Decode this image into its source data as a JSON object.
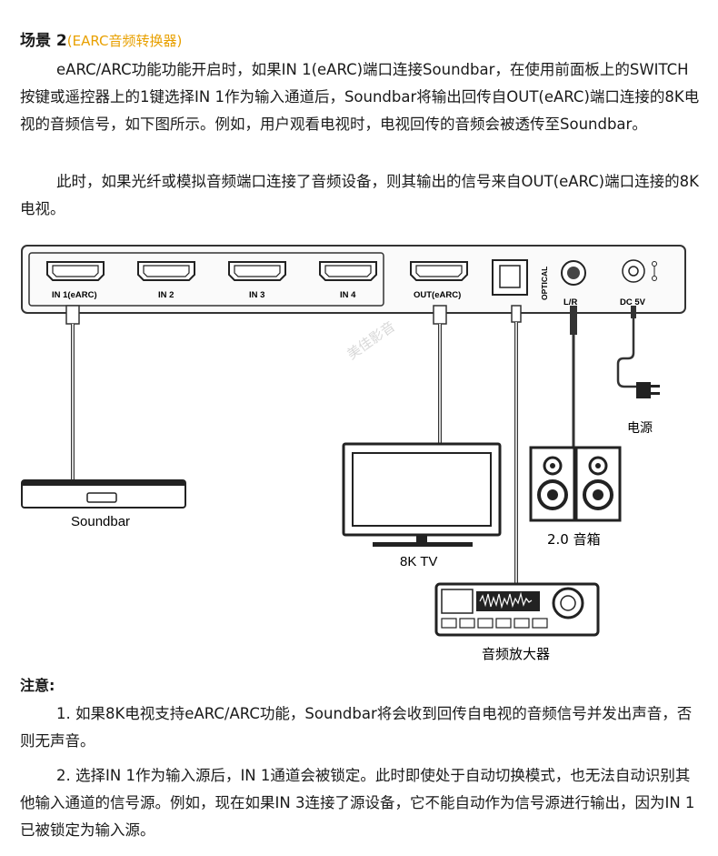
{
  "heading": {
    "title": "场景 2",
    "subtitle": "(EARC音频转换器)"
  },
  "paragraphs": [
    "eARC/ARC功能功能开启时，如果IN 1(eARC)端口连接Soundbar，在使用前面板上的SWITCH按键或遥控器上的1键选择IN 1作为输入通道后，Soundbar将输出回传自OUT(eARC)端口连接的8K电视的音频信号，如下图所示。例如，用户观看电视时，电视回传的音频会被透传至Soundbar。",
    "此时，如果光纤或模拟音频端口连接了音频设备，则其输出的信号来自OUT(eARC)端口连接的8K电视。"
  ],
  "device_ports": {
    "in1": "IN 1(eARC)",
    "in2": "IN 2",
    "in3": "IN 3",
    "in4": "IN 4",
    "out": "OUT(eARC)",
    "optical": "OPTICAL",
    "lr": "L/R",
    "dc": "DC 5V"
  },
  "devices": {
    "soundbar": "Soundbar",
    "tv": "8K TV",
    "speakers": "2.0 音箱",
    "amplifier": "音频放大器",
    "power": "电源"
  },
  "watermark": "美佳影音",
  "notes": {
    "title": "注意:",
    "items": [
      "1. 如果8K电视支持eARC/ARC功能，Soundbar将会收到回传自电视的音频信号并发出声音，否则无声音。",
      "2. 选择IN 1作为输入源后，IN 1通道会被锁定。此时即使处于自动切换模式，也无法自动识别其他输入通道的信号源。例如，现在如果IN 3连接了源设备，它不能自动作为信号源进行输出，因为IN 1已被锁定为输入源。"
    ]
  }
}
